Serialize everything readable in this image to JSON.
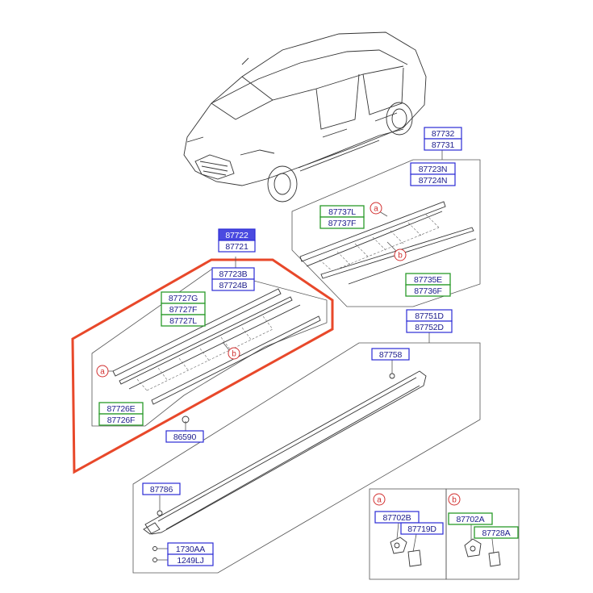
{
  "labels": {
    "l87722": "87722",
    "l87721": "87721",
    "l87723B": "87723B",
    "l87724B": "87724B",
    "l87727G": "87727G",
    "l87727F": "87727F",
    "l87727L": "87727L",
    "l87726E": "87726E",
    "l87726F": "87726F",
    "l86590": "86590",
    "l87732": "87732",
    "l87731": "87731",
    "l87723N": "87723N",
    "l87724N": "87724N",
    "l87737L": "87737L",
    "l87737F": "87737F",
    "l87735E": "87735E",
    "l87736F": "87736F",
    "l87751D": "87751D",
    "l87752D": "87752D",
    "l87758": "87758",
    "l87786": "87786",
    "l1730AA": "1730AA",
    "l1249LJ": "1249LJ",
    "l87702B": "87702B",
    "l87719D": "87719D",
    "l87702A": "87702A",
    "l87728A": "87728A"
  },
  "callouts": {
    "a": "a",
    "b": "b"
  },
  "colors": {
    "highlight": "#e8482a",
    "blue_box": "#2b2bd6",
    "green_box": "#2a9a2a",
    "label_text": "#1c1c8c",
    "callout": "#d23030"
  }
}
